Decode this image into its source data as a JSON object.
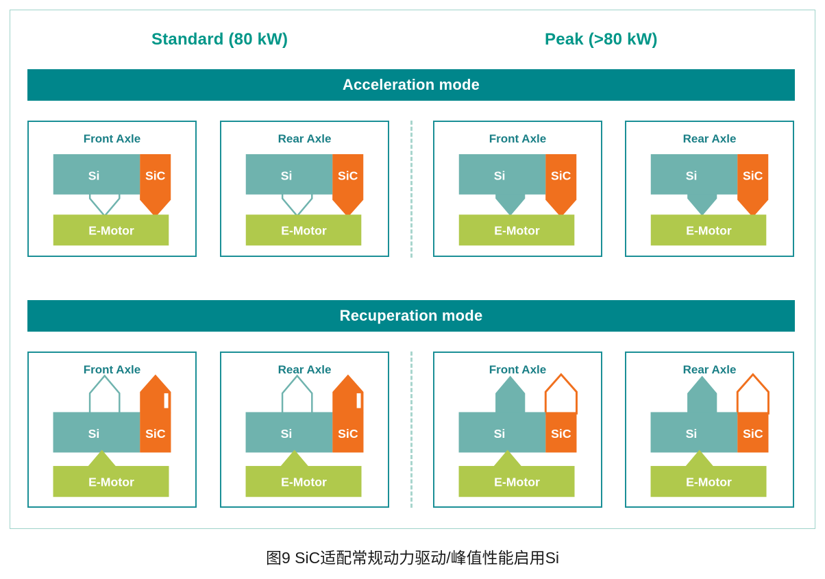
{
  "figure": {
    "caption": "图9  SiC适配常规动力驱动/峰值性能启用Si"
  },
  "columns": [
    {
      "id": "standard",
      "label": "Standard (80 kW)"
    },
    {
      "id": "peak",
      "label": "Peak (>80 kW)"
    }
  ],
  "modes": [
    {
      "id": "acceleration",
      "label": "Acceleration mode"
    },
    {
      "id": "recuperation",
      "label": "Recuperation mode"
    }
  ],
  "colors": {
    "teal_bar": "#00868b",
    "teal_title": "#009688",
    "panel_border": "#1a8f96",
    "outer_frame": "#9ed3c9",
    "divider": "#a8d5cd",
    "si_block": "#6fb3ae",
    "sic_block": "#f0701e",
    "motor_block": "#b0c94c",
    "hollow_stroke_teal": "#6fb3ae",
    "hollow_stroke_orange": "#f0701e",
    "hollow_fill": "#ffffff",
    "label_text": "#ffffff"
  },
  "blocks": {
    "si_label": "Si",
    "sic_label": "SiC",
    "motor_label": "E-Motor"
  },
  "panels": [
    {
      "id": "accel-std-front",
      "mode": "acceleration",
      "column": "standard",
      "axle_label": "Front Axle",
      "si_arrow": {
        "direction": "down",
        "state": "hollow"
      },
      "sic_arrow": {
        "direction": "down",
        "state": "filled"
      },
      "motor_arrow": {
        "direction": "none",
        "state": "none"
      }
    },
    {
      "id": "accel-std-rear",
      "mode": "acceleration",
      "column": "standard",
      "axle_label": "Rear Axle",
      "si_arrow": {
        "direction": "down",
        "state": "hollow"
      },
      "sic_arrow": {
        "direction": "down",
        "state": "filled"
      },
      "motor_arrow": {
        "direction": "none",
        "state": "none"
      }
    },
    {
      "id": "accel-pk-front",
      "mode": "acceleration",
      "column": "peak",
      "axle_label": "Front Axle",
      "si_arrow": {
        "direction": "down",
        "state": "filled"
      },
      "sic_arrow": {
        "direction": "down",
        "state": "filled"
      },
      "motor_arrow": {
        "direction": "none",
        "state": "none"
      }
    },
    {
      "id": "accel-pk-rear",
      "mode": "acceleration",
      "column": "peak",
      "axle_label": "Rear Axle",
      "si_arrow": {
        "direction": "down",
        "state": "filled"
      },
      "sic_arrow": {
        "direction": "down",
        "state": "filled"
      },
      "motor_arrow": {
        "direction": "none",
        "state": "none"
      }
    },
    {
      "id": "recup-std-front",
      "mode": "recuperation",
      "column": "standard",
      "axle_label": "Front Axle",
      "si_arrow": {
        "direction": "up",
        "state": "hollow"
      },
      "sic_arrow": {
        "direction": "up",
        "state": "filled-notched"
      },
      "motor_arrow": {
        "direction": "up",
        "state": "filled"
      }
    },
    {
      "id": "recup-std-rear",
      "mode": "recuperation",
      "column": "standard",
      "axle_label": "Rear Axle",
      "si_arrow": {
        "direction": "up",
        "state": "hollow"
      },
      "sic_arrow": {
        "direction": "up",
        "state": "filled-notched"
      },
      "motor_arrow": {
        "direction": "up",
        "state": "filled"
      }
    },
    {
      "id": "recup-pk-front",
      "mode": "recuperation",
      "column": "peak",
      "axle_label": "Front Axle",
      "si_arrow": {
        "direction": "up",
        "state": "filled"
      },
      "sic_arrow": {
        "direction": "up",
        "state": "hollow"
      },
      "motor_arrow": {
        "direction": "up",
        "state": "filled"
      }
    },
    {
      "id": "recup-pk-rear",
      "mode": "recuperation",
      "column": "peak",
      "axle_label": "Rear Axle",
      "si_arrow": {
        "direction": "up",
        "state": "filled"
      },
      "sic_arrow": {
        "direction": "up",
        "state": "hollow"
      },
      "motor_arrow": {
        "direction": "up",
        "state": "filled"
      }
    }
  ]
}
